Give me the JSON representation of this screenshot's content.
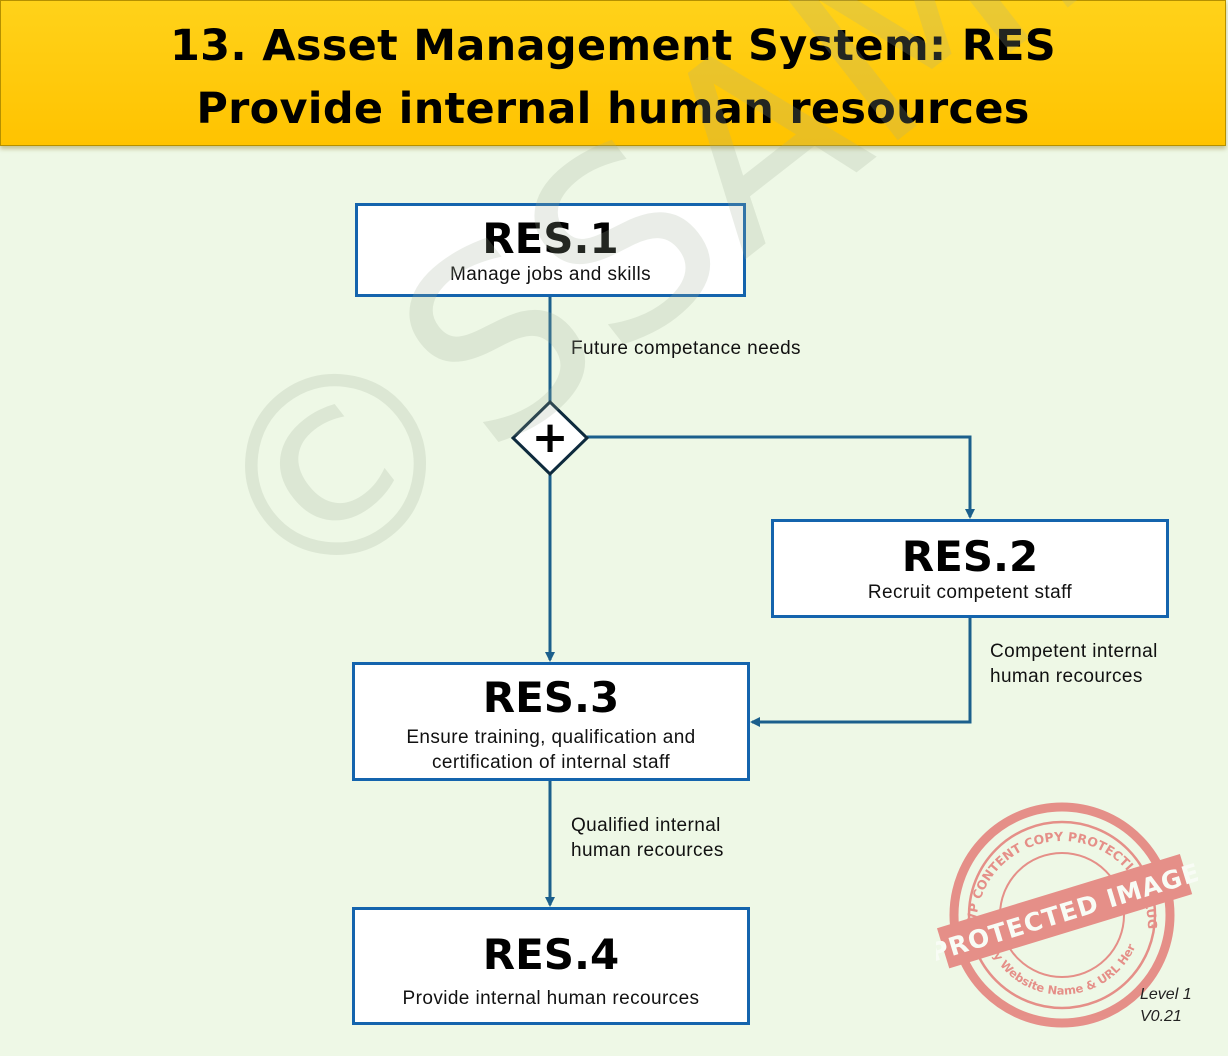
{
  "header": {
    "line1": "13. Asset Management System: RES",
    "line2": "Provide internal human resources"
  },
  "boxes": {
    "res1": {
      "code": "RES.1",
      "desc": "Manage jobs and skills"
    },
    "res2": {
      "code": "RES.2",
      "desc": "Recruit competent staff"
    },
    "res3": {
      "code": "RES.3",
      "desc_line1": "Ensure training, qualification and",
      "desc_line2": "certification of internal staff"
    },
    "res4": {
      "code": "RES.4",
      "desc": "Provide internal human recources"
    }
  },
  "gateway": {
    "symbol": "+"
  },
  "flows": {
    "future": "Future competance needs",
    "competent_line1": "Competent internal",
    "competent_line2": "human recources",
    "qualified_line1": "Qualified internal",
    "qualified_line2": "human recources"
  },
  "watermark": {
    "text": "©SSAMM"
  },
  "stamp": {
    "top": "WP CONTENT COPY PROTECTION PLUGIN",
    "band": "PROTECTED IMAGE",
    "bottom": "My Website Name & URL Here"
  },
  "version": {
    "level": "Level 1",
    "version": "V0.21"
  },
  "colors": {
    "accent": "#1464ad",
    "header": "#ffc300",
    "background": "#eef8e6",
    "stamp": "#e05050"
  }
}
